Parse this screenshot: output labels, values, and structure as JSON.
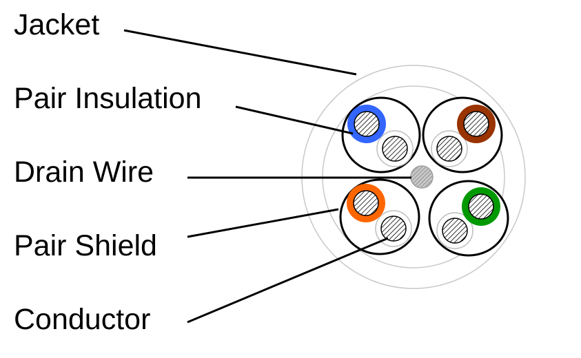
{
  "labels": {
    "jacket": "Jacket",
    "pair_insulation": "Pair Insulation",
    "drain_wire": "Drain Wire",
    "pair_shield": "Pair Shield",
    "conductor": "Conductor"
  },
  "colors": {
    "background": "#ffffff",
    "jacket_outline": "#c8c8c8",
    "pair_shield": "#000000",
    "insulation_blue": "#3366ff",
    "insulation_brown": "#993300",
    "insulation_orange": "#ff6600",
    "insulation_green": "#009900",
    "insulation_white": "#ffffff",
    "drain_wire": "#b0b0b0",
    "leader_line": "#000000",
    "label_text": "#000000"
  },
  "pairs": [
    {
      "position": "top-left",
      "colored_insulation": "blue"
    },
    {
      "position": "top-right",
      "colored_insulation": "brown"
    },
    {
      "position": "bottom-left",
      "colored_insulation": "orange"
    },
    {
      "position": "bottom-right",
      "colored_insulation": "green"
    }
  ]
}
